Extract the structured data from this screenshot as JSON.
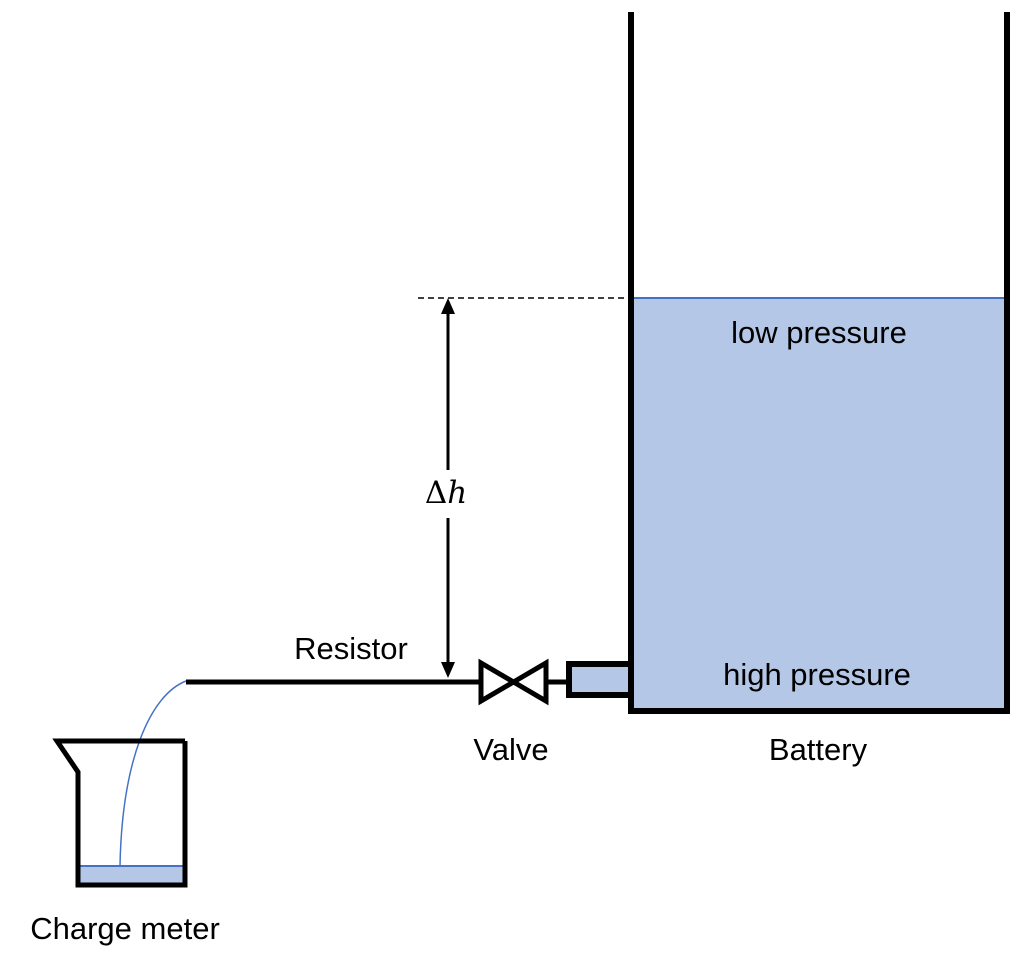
{
  "labels": {
    "low_pressure": "low pressure",
    "high_pressure": "high pressure",
    "battery": "Battery",
    "valve": "Valve",
    "resistor": "Resistor",
    "charge_meter": "Charge meter",
    "delta_symbol": "Δ",
    "height_symbol": "h"
  },
  "colors": {
    "water_fill": "#b4c7e7",
    "water_line": "#4472c4",
    "outline": "#000000",
    "background": "#ffffff"
  }
}
